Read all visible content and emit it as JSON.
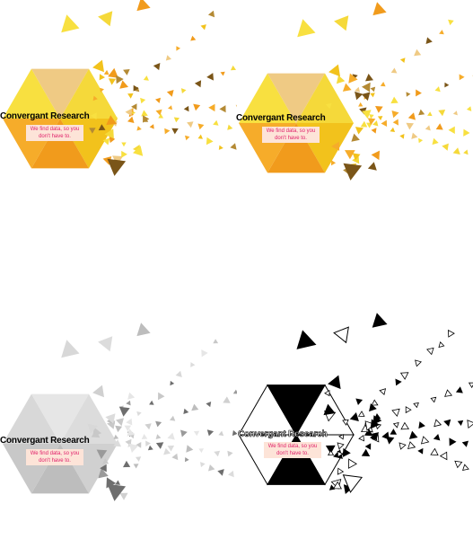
{
  "panels": [
    {
      "variant": "full-color",
      "company": "Convergant Research",
      "tagline": "We find data, so you don't have to.",
      "company_color": "#000000",
      "tagline_color": "#e0206a",
      "tagline_bg": "#fde4d8",
      "palette": [
        "#f5d93a",
        "#f2c21c",
        "#f6ac2a",
        "#f19b1c",
        "#efca84",
        "#f8e040",
        "#7a5518",
        "#b48a34"
      ]
    },
    {
      "variant": "full-color-alt",
      "company": "Convergant Research",
      "tagline": "We find data, so you don't have to.",
      "company_color": "#000000",
      "tagline_color": "#e0206a",
      "tagline_bg": "#fde4d8",
      "palette": [
        "#f5d93a",
        "#f2c21c",
        "#f6ac2a",
        "#f19b1c",
        "#efca84",
        "#f8e040",
        "#7a5518",
        "#b48a34"
      ]
    },
    {
      "variant": "grayscale",
      "company": "Convergant Research",
      "tagline": "We find data, so you don't have to.",
      "company_color": "#000000",
      "tagline_color": "#e0206a",
      "tagline_bg": "#fde4d8",
      "palette": [
        "#dcdcdc",
        "#d0d0d0",
        "#c8c8c8",
        "#bdbdbd",
        "#e6e6e6",
        "#d8d8d8",
        "#6e6e6e",
        "#9a9a9a"
      ]
    },
    {
      "variant": "black-and-white",
      "company": "Convergant Research",
      "tagline": "We find data, so you don't have to.",
      "company_color": "#000000",
      "tagline_color": "#e0206a",
      "tagline_bg": "#fde4d8",
      "palette": [
        "#ffffff",
        "#000000",
        "#ffffff",
        "#000000",
        "#ffffff",
        "#ffffff",
        "#000000",
        "#000000"
      ]
    }
  ]
}
